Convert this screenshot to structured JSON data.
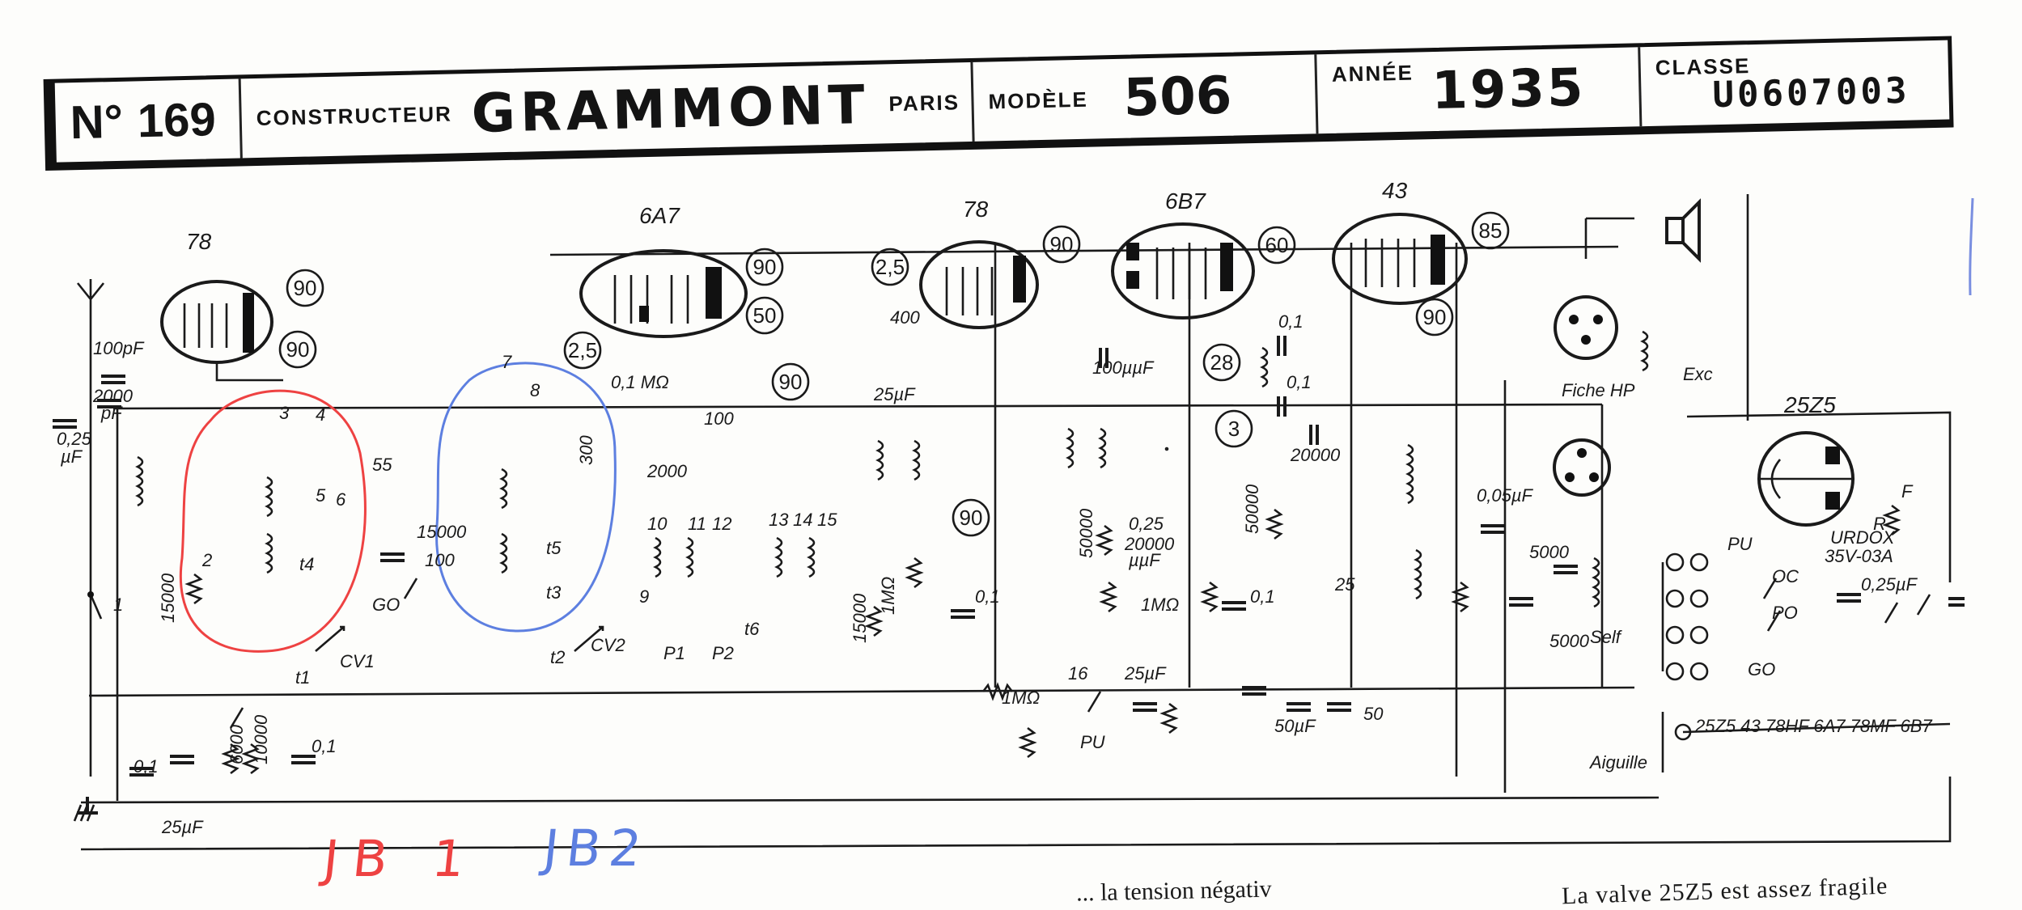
{
  "header": {
    "number_label": "N°",
    "number_value": "169",
    "constructor_label": "CONSTRUCTEUR",
    "constructor_value": "GRAMMONT",
    "city": "PARIS",
    "model_label": "MODÈLE",
    "model_value": "506",
    "year_label": "ANNÉE",
    "year_value": "1935",
    "class_label": "CLASSE",
    "class_value": "U0607003"
  },
  "tubes": [
    {
      "name": "78",
      "circle": "90"
    },
    {
      "name": "6A7",
      "circle": "90"
    },
    {
      "name": "78",
      "circle": "90"
    },
    {
      "name": "6B7",
      "circle": "60"
    },
    {
      "name": "43",
      "circle": "85"
    },
    {
      "name": "25Z5",
      "circle": ""
    }
  ],
  "voltage_circles": [
    "90",
    "90",
    "2,5",
    "50",
    "90",
    "2,5",
    "90",
    "28",
    "3",
    "90"
  ],
  "component_labels": {
    "c100pf": "100pF",
    "c2000": "2000",
    "pf": "pF",
    "c025": "0,25",
    "muf": "µF",
    "r15000a": "15000",
    "r15000b": "15000",
    "c100muf": "100",
    "c55": "55",
    "c01a": "0,1",
    "c01b": "0,1",
    "c01c": "0,1",
    "c01d": "0,1",
    "c01e": "0,1",
    "c01f": "0,1",
    "c100a": "100",
    "r01mo": "0,1 MΩ",
    "c2000b": "2000",
    "r400": "400",
    "c25muf": "25µF",
    "c100pfb": "100µµF",
    "r50000a": "50000",
    "r50000b": "50000",
    "c025b": "0,25",
    "c20000a": "20000",
    "c20000b": "20000",
    "mmf": "µµF",
    "r1mo": "1MΩ",
    "r1mob": "1MΩ",
    "r1mo1": "1MΩ",
    "c005": "0,05µF",
    "c5000": "5000",
    "c5000b": "5000",
    "c025c": "0,25µF",
    "c25mufb": "25",
    "c25mufc": "25µF",
    "c50": "50",
    "r15000c": "15000",
    "r6000": "6000",
    "r10000": "10000",
    "r300": "300",
    "urdox": "URDOX",
    "urdox2": "35V-03A",
    "f": "F",
    "r": "R",
    "fiche": "Fiche HP",
    "exc": "Exc",
    "pu": "PU",
    "pu2": "PU",
    "oc": "OC",
    "po": "PO",
    "go": "GO",
    "go2": "GO",
    "self": "Self",
    "aiguille": "Aiguille",
    "cv1": "CV1",
    "cv2": "CV2",
    "t1": "t1",
    "t2": "t2",
    "t3": "t3",
    "t4": "t4",
    "t5": "t5",
    "t6": "t6",
    "p1": "P1",
    "p2": "P2",
    "n1": "1",
    "n2": "2",
    "n3": "3",
    "n4": "4",
    "n5": "5",
    "n6": "6",
    "n7": "7",
    "n8": "8",
    "n9": "9",
    "n10": "10",
    "n11": "11",
    "n12": "12",
    "n13": "13",
    "n14": "14",
    "n15": "15",
    "n16": "16",
    "filament_chain": "25Z5  43  78HF  6A7  78MF  6B7",
    "c25mufd": "25µF",
    "c50muf": "50µF"
  },
  "annotations": {
    "red": "JB 1",
    "blue": "JB2"
  },
  "colors": {
    "ink": "#1a1a1a",
    "red_annotation": "#ee4242",
    "blue_annotation": "#5d7fe0"
  },
  "footer": {
    "left_fragment": "... la tension négativ",
    "right_fragment": "La valve 25Z5 est assez fragile"
  }
}
